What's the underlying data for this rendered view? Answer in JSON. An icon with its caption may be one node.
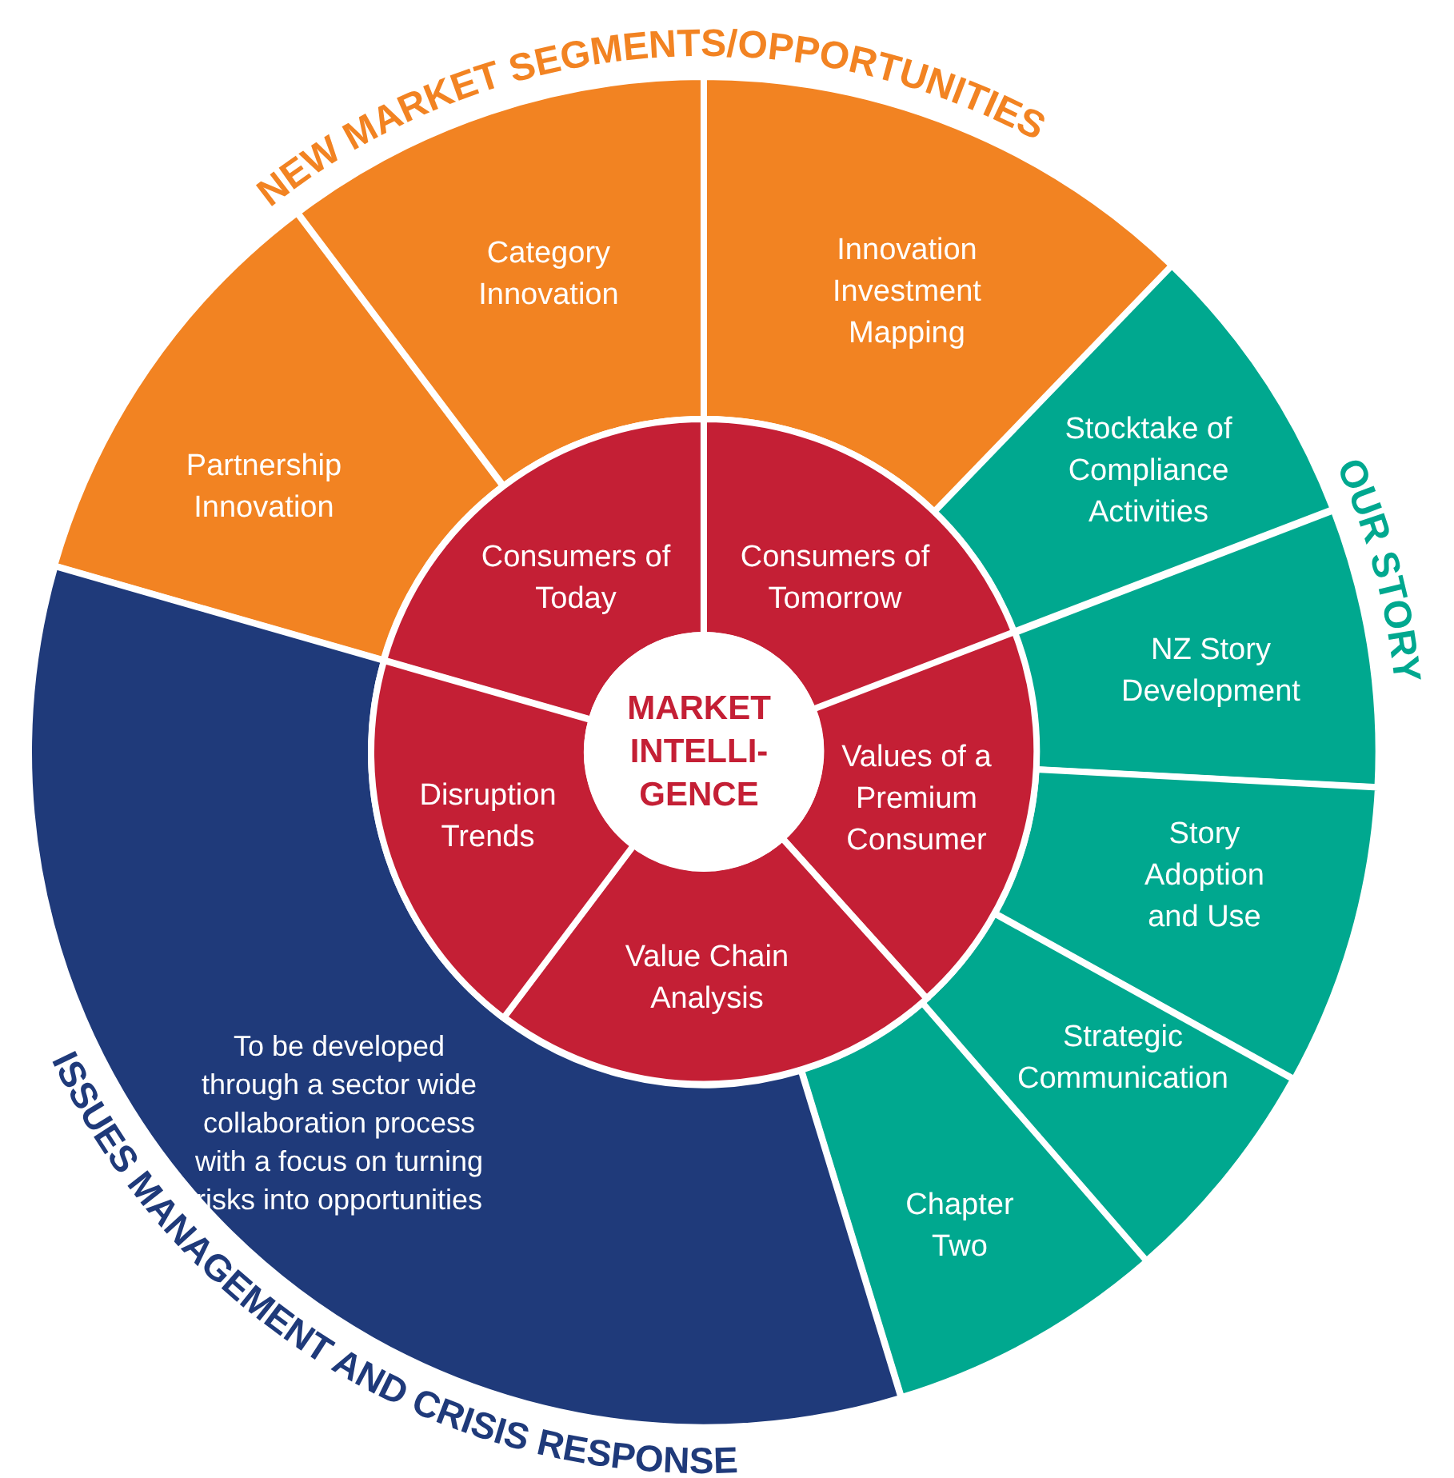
{
  "diagram": {
    "nodes": [
      {
        "text": [
          "Partnership Innovation"
        ]
      },
      {
        "text": [
          "Category Innovation"
        ]
      },
      {
        "text": [
          "Innovation Investment Mapping"
        ]
      },
      {
        "text": [
          "Stocktake of Compliance Activities"
        ]
      },
      {
        "text": [
          "NZ Story Development"
        ]
      },
      {
        "text": [
          "Story Adoption and Use"
        ]
      },
      {
        "text": [
          "Strategic Communication"
        ]
      },
      {
        "text": [
          "Chapter Two"
        ]
      },
      {
        "text": [
          "To be developed through a sector wide collaboration process with a focus on turning risks into opportunities"
        ]
      },
      {
        "text": [
          "Consumers of Today"
        ]
      },
      {
        "text": [
          "Consumers of Tomorrow"
        ]
      },
      {
        "text": [
          "Values of a Premium Consumer"
        ]
      },
      {
        "text": [
          "Value Chain Analysis"
        ]
      },
      {
        "text": [
          "Disruption Trends"
        ]
      },
      {
        "text": [
          "MARKET INTELLI- GENCE"
        ]
      }
    ],
    "labels": [
      "NEW MARKET SEGMENTS/OPPORTUNITIES",
      "OUR STORY",
      "ISSUES MANAGEMENT AND CRISIS RESPONSE"
    ]
  }
}
